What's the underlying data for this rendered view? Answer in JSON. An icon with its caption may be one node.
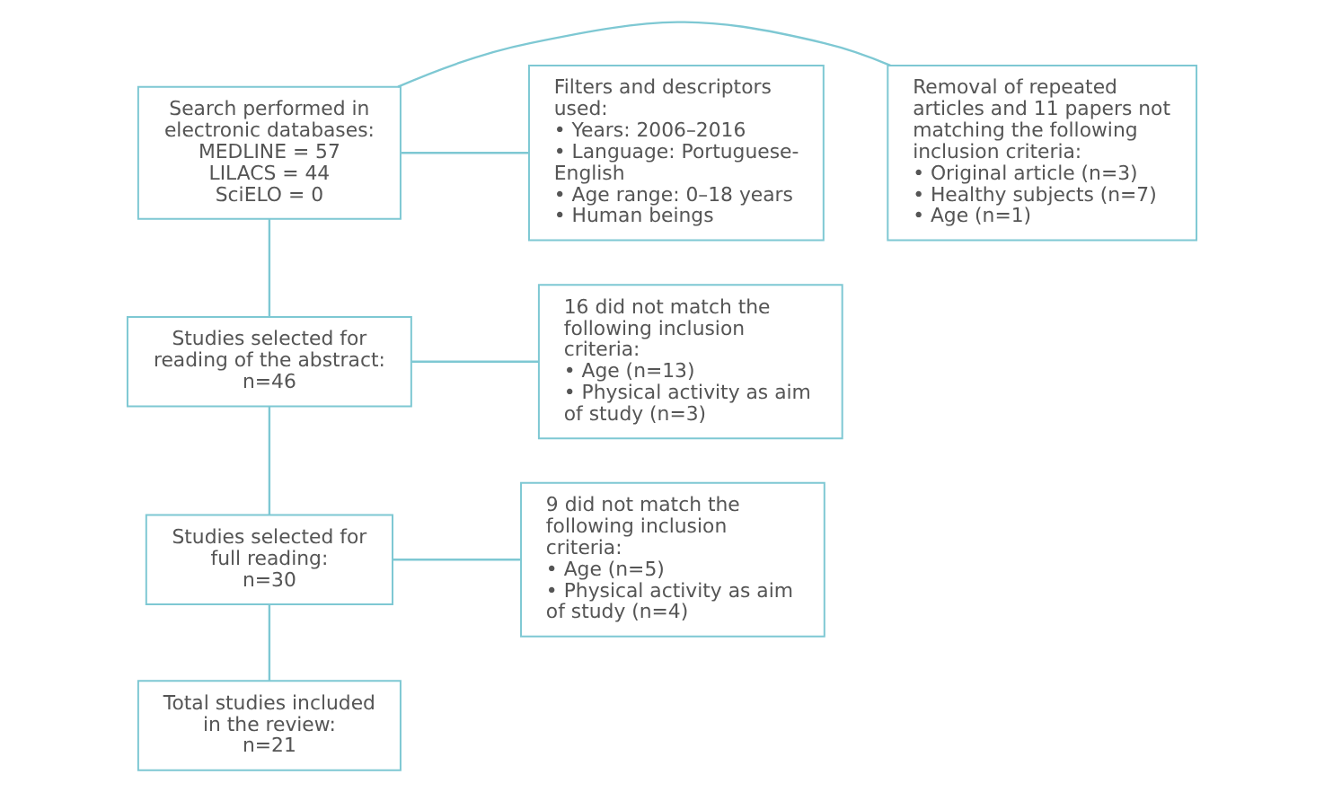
{
  "diagram": {
    "nodes": [
      {
        "text": [
          "Search performed in electronic databases:",
          "MEDLINE = 57",
          "LILACS = 44",
          "SciELO = 0"
        ]
      },
      {
        "text": [
          "Removal of repeated articles and 11 papers not matching the following inclusion criteria:",
          "• Original article (n=3)",
          "• Healthy subjects (n=7)",
          "• Age (n=1)"
        ]
      },
      {
        "text": [
          "Filters and descriptors used:",
          "• Years: 2006–2016",
          "• Language: Portuguese-English",
          "• Age range: 0–18 years",
          "• Human beings"
        ]
      },
      {
        "text": [
          "Studies selected for reading of the abstract:",
          "n=46"
        ]
      },
      {
        "text": [
          "16 did not match the following inclusion criteria:",
          "• Age (n=13)",
          "• Physical activity as aim of study (n=3)"
        ]
      },
      {
        "text": [
          "Studies selected for full reading:",
          "n=30"
        ]
      },
      {
        "text": [
          "9 did not match the following inclusion criteria:",
          "• Age (n=5)",
          "• Physical activity as aim of study (n=4)"
        ]
      },
      {
        "text": [
          "Total studies included in the review:",
          "n=21"
        ]
      }
    ],
    "edges": [
      {
        "from": 0,
        "to": 3,
        "arrow": "none"
      },
      {
        "from": 0,
        "to": 1,
        "arrow": "none"
      },
      {
        "from": 0,
        "to": 2,
        "arrow": "none"
      },
      {
        "from": 3,
        "to": 5,
        "arrow": "none"
      },
      {
        "from": 3,
        "to": 4,
        "arrow": "none"
      },
      {
        "from": 5,
        "to": 7,
        "arrow": "none"
      },
      {
        "from": 5,
        "to": 6,
        "arrow": "none"
      }
    ]
  }
}
